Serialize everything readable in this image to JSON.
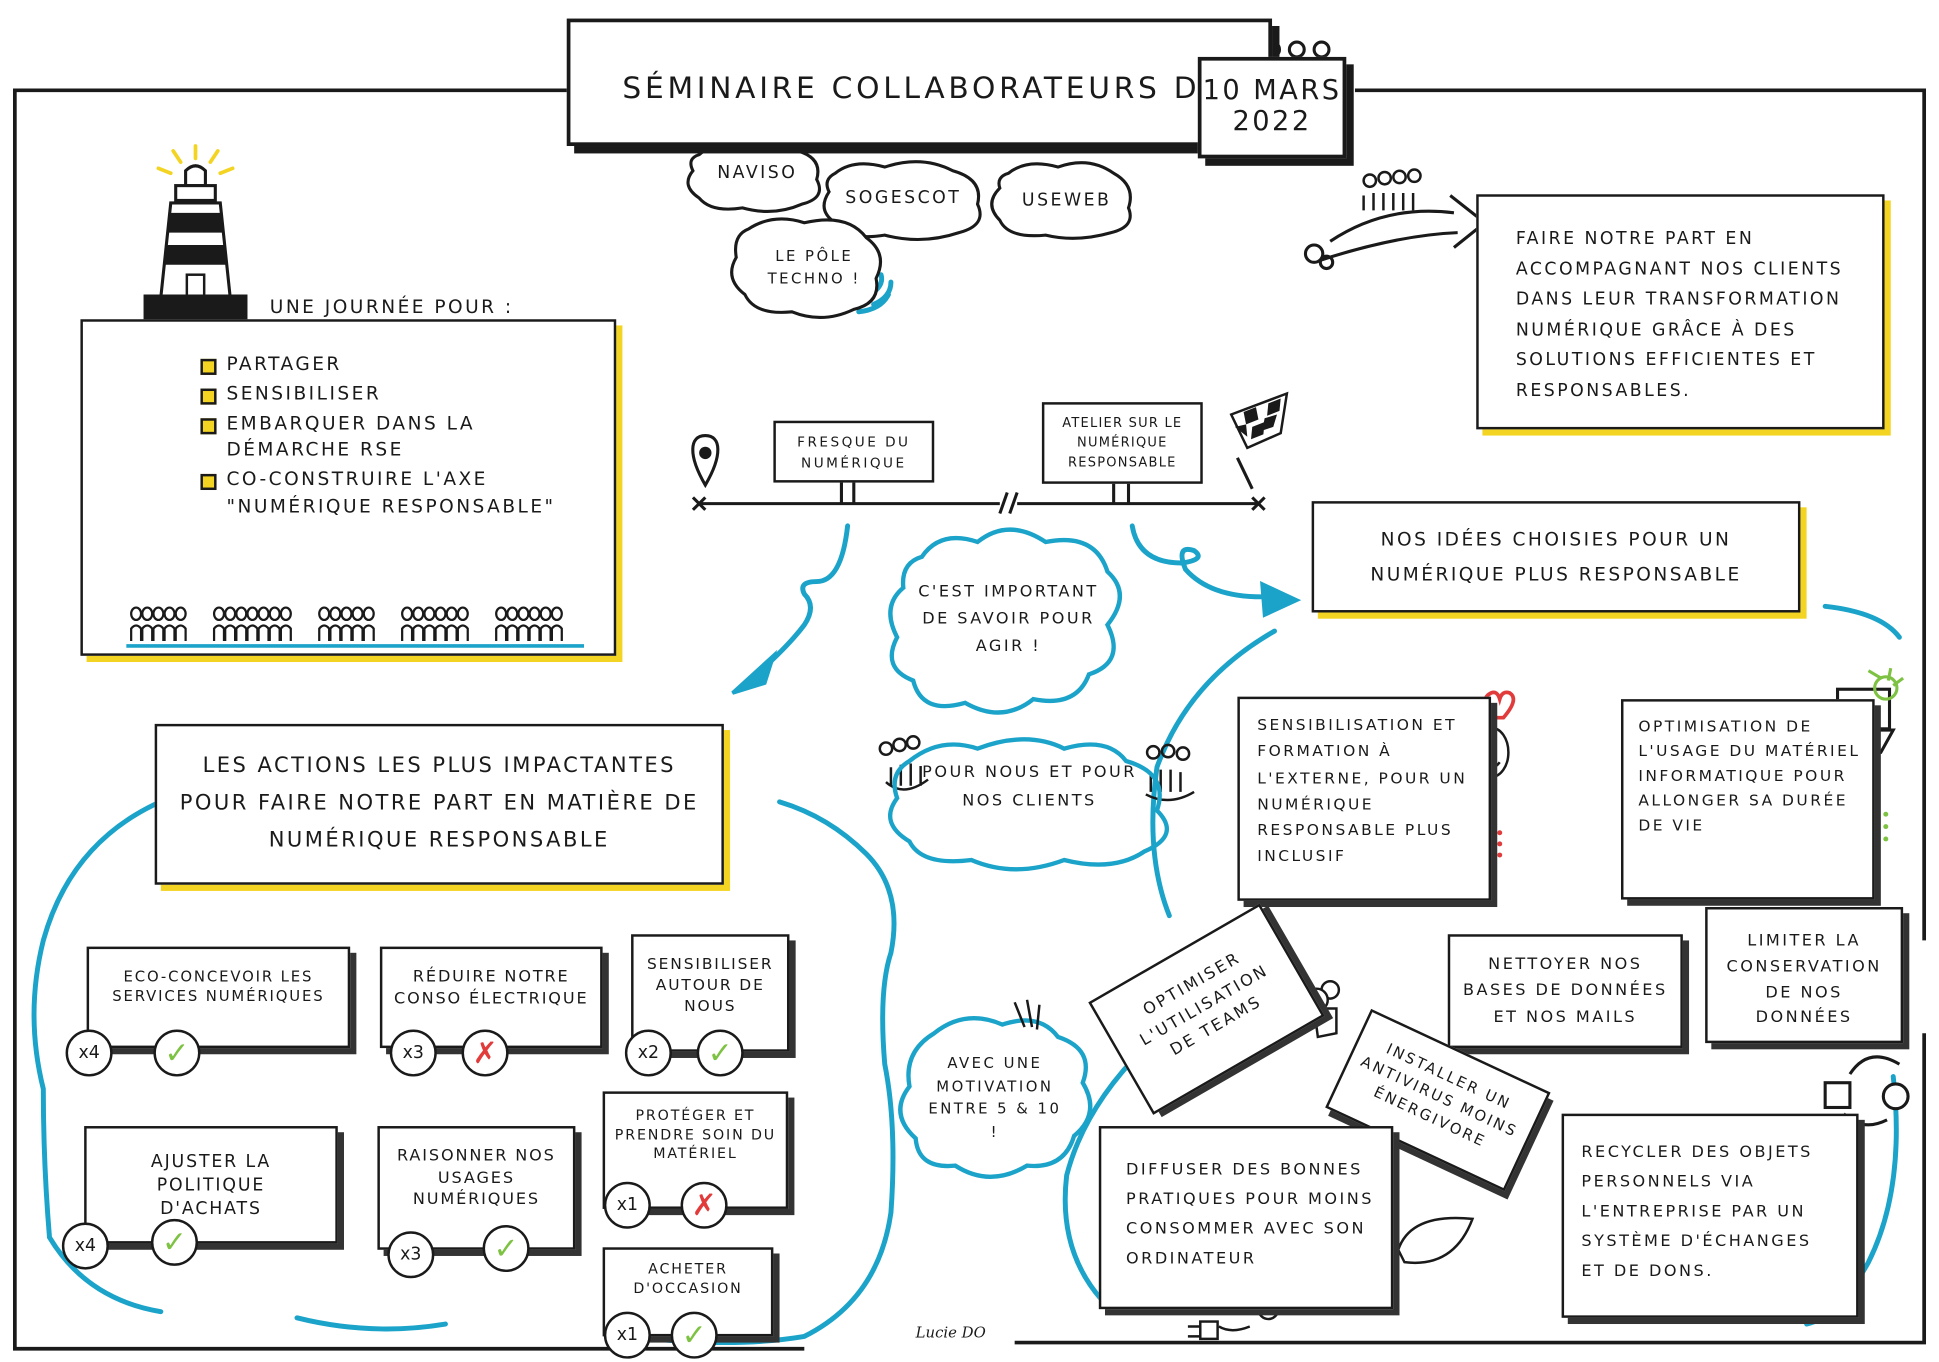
{
  "header": {
    "title": "SÉMINAIRE COLLABORATEURS DU",
    "date_line1": "10 MARS",
    "date_line2": "2022"
  },
  "entities": [
    "NAVISO",
    "SOGESCOT",
    "USEWEB"
  ],
  "pole_techno": "LE PÔLE TECHNO !",
  "mission": "FAIRE NOTRE PART EN ACCOMPAGNANT NOS CLIENTS DANS LEUR TRANSFORMATION NUMÉRIQUE GRÂCE À DES SOLUTIONS EFFICIENTES ET RESPONSABLES.",
  "day_intro": "UNE JOURNÉE POUR :",
  "day_goals": [
    "PARTAGER",
    "SENSIBILISER",
    "EMBARQUER DANS LA DÉMARCHE RSE",
    "CO-CONSTRUIRE L'AXE \"NUMÉRIQUE RESPONSABLE\""
  ],
  "timeline": {
    "step1": "FRESQUE DU NUMÉRIQUE",
    "step2": "ATELIER SUR LE NUMÉRIQUE RESPONSABLE"
  },
  "clouds": {
    "important": "C'EST IMPORTANT DE SAVOIR POUR AGIR !",
    "for_us": "POUR NOUS ET POUR NOS CLIENTS",
    "motivation": "AVEC UNE MOTIVATION ENTRE 5 & 10 !"
  },
  "actions_title": "LES ACTIONS LES PLUS IMPACTANTES POUR FAIRE NOTRE PART EN MATIÈRE DE NUMÉRIQUE RESPONSABLE",
  "actions": [
    {
      "label": "ECO-CONCEVOIR LES SERVICES NUMÉRIQUES",
      "count": "x4",
      "result": "yes"
    },
    {
      "label": "RÉDUIRE NOTRE CONSO ÉLECTRIQUE",
      "count": "x3",
      "result": "no"
    },
    {
      "label": "SENSIBILISER AUTOUR DE NOUS",
      "count": "x2",
      "result": "yes"
    },
    {
      "label": "AJUSTER LA POLITIQUE D'ACHATS",
      "count": "x4",
      "result": "yes"
    },
    {
      "label": "RAISONNER NOS USAGES NUMÉRIQUES",
      "count": "x3",
      "result": "yes"
    },
    {
      "label": "PROTÉGER ET PRENDRE SOIN DU MATÉRIEL",
      "count": "x1",
      "result": "no"
    },
    {
      "label": "ACHETER D'OCCASION",
      "count": "x1",
      "result": "yes"
    }
  ],
  "ideas_title": "NOS IDÉES CHOISIES POUR UN NUMÉRIQUE PLUS RESPONSABLE",
  "ideas": [
    "SENSIBILISATION ET FORMATION À L'EXTERNE, POUR UN NUMÉRIQUE RESPONSABLE PLUS INCLUSIF",
    "OPTIMISATION DE L'USAGE DU MATÉRIEL INFORMATIQUE POUR ALLONGER SA DURÉE DE VIE",
    "OPTIMISER L'UTILISATION DE TEAMS",
    "NETTOYER NOS BASES DE DONNÉES ET NOS MAILS",
    "LIMITER LA CONSERVATION DE NOS DONNÉES",
    "INSTALLER UN ANTIVIRUS MOINS ÉNERGIVORE",
    "DIFFUSER DES BONNES PRATIQUES POUR MOINS CONSOMMER AVEC SON ORDINATEUR",
    "RECYCLER DES OBJETS PERSONNELS VIA L'ENTREPRISE PAR UN SYSTÈME D'ÉCHANGES ET DE DONS."
  ],
  "signature": "Lucie DO",
  "colors": {
    "blue": "#1ba3c9",
    "yellow": "#f3d422",
    "green": "#7dc242",
    "red": "#e23b3b",
    "ink": "#1a1a1a"
  },
  "icons": [
    "lighthouse-icon",
    "location-pin-icon",
    "checkered-flag-icon",
    "people-icon",
    "heart-icon",
    "laptop-icon",
    "teams-icon",
    "leaf-icon",
    "plug-icon",
    "recycle-icon",
    "calendar-icon",
    "hands-icon",
    "comet-arrow-icon"
  ]
}
